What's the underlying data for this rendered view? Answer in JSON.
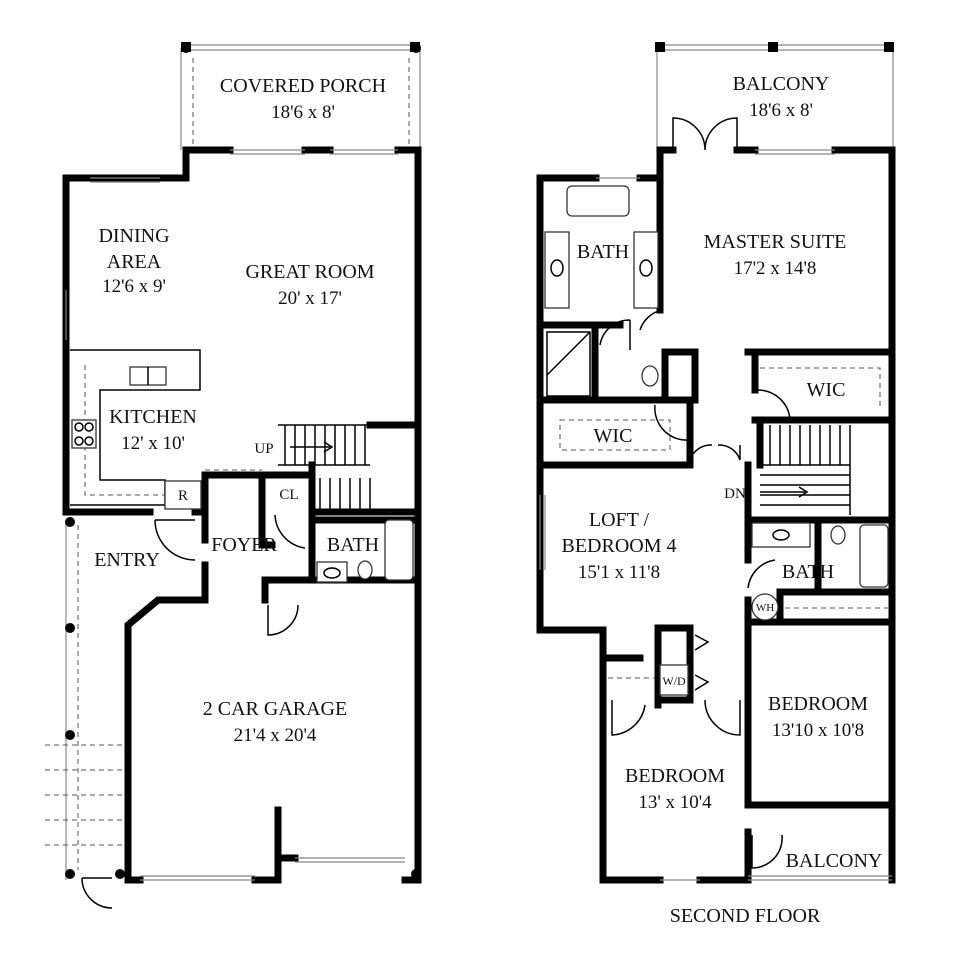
{
  "first_floor": {
    "covered_porch": {
      "name": "COVERED PORCH",
      "size": "18'6 x 8'"
    },
    "dining_area": {
      "name_line1": "DINING",
      "name_line2": "AREA",
      "size": "12'6 x 9'"
    },
    "great_room": {
      "name": "GREAT ROOM",
      "size": "20' x 17'"
    },
    "kitchen": {
      "name": "KITCHEN",
      "size": "12' x 10'"
    },
    "up_label": "UP",
    "cl_label": "CL",
    "r_label": "R",
    "entry": {
      "name": "ENTRY"
    },
    "foyer": {
      "name": "FOYER"
    },
    "bath": {
      "name": "BATH"
    },
    "garage": {
      "name": "2 CAR GARAGE",
      "size": "21'4 x 20'4"
    }
  },
  "second_floor": {
    "title": "SECOND FLOOR",
    "balcony_top": {
      "name": "BALCONY",
      "size": "18'6 x 8'"
    },
    "master_suite": {
      "name": "MASTER SUITE",
      "size": "17'2 x 14'8"
    },
    "master_bath": {
      "name": "BATH"
    },
    "wic_right": {
      "name": "WIC"
    },
    "wic_left": {
      "name": "WIC"
    },
    "dn_label": "DN",
    "loft": {
      "name_line1": "LOFT /",
      "name_line2": "BEDROOM 4",
      "size": "15'1 x 11'8"
    },
    "bath2": {
      "name": "BATH"
    },
    "wh_label": "WH",
    "wd_label": "W/D",
    "bedroom_right": {
      "name": "BEDROOM",
      "size": "13'10 x 10'8"
    },
    "bedroom_left": {
      "name": "BEDROOM",
      "size": "13' x 10'4"
    },
    "balcony_bottom": {
      "name": "BALCONY"
    }
  }
}
